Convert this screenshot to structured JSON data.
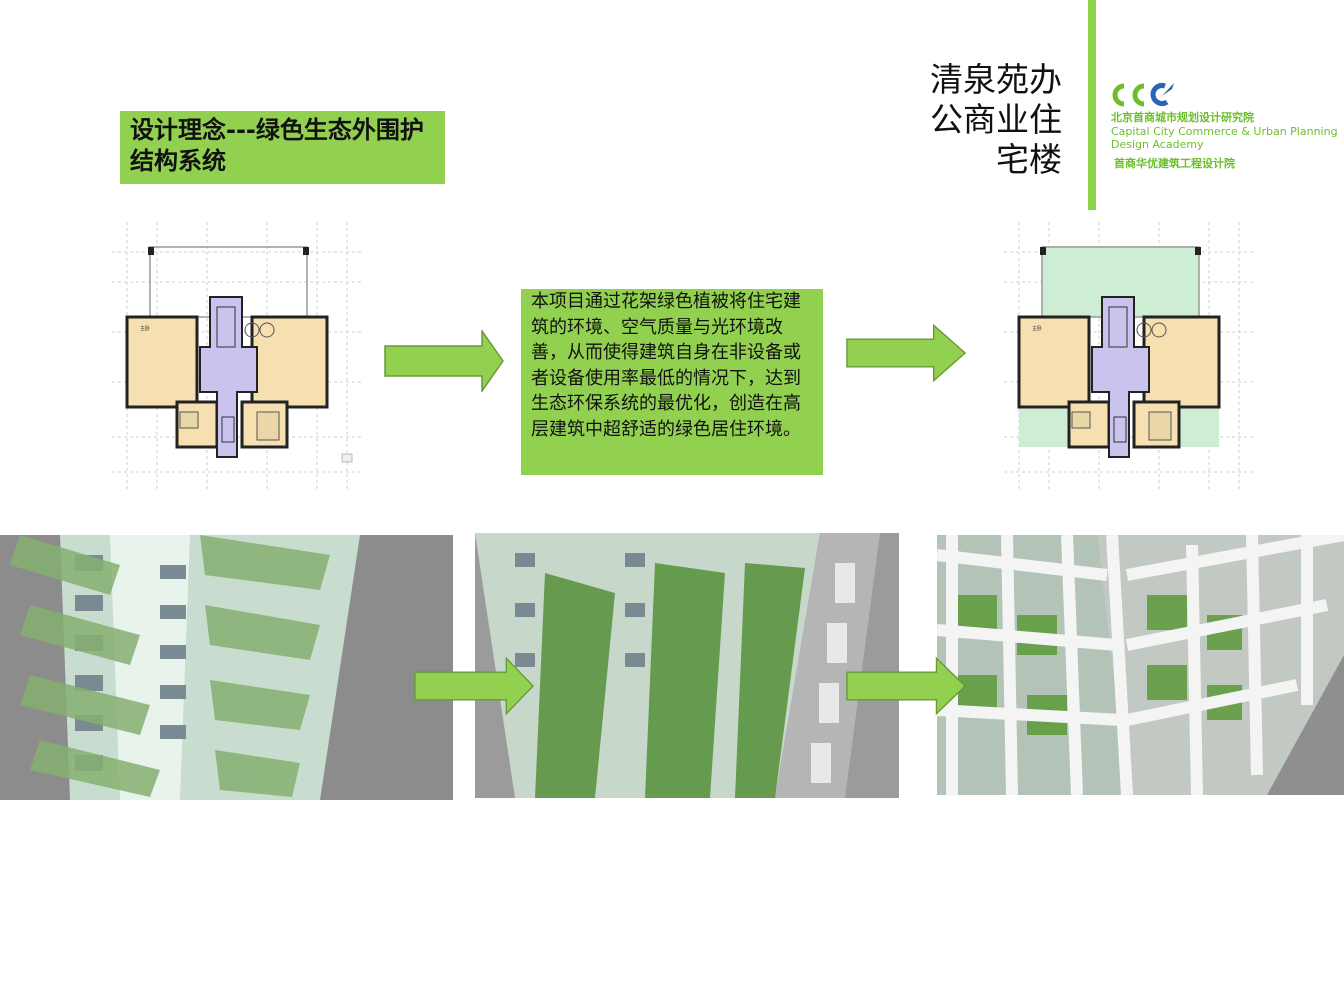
{
  "header": {
    "project_title": "清泉苑办\n公商业住\n宅楼",
    "org_name_cn": "北京首商城市规划设计研究院",
    "org_name_en_line1": "Capital City Commerce & Urban Planning",
    "org_name_en_line2": "Design Academy",
    "org_sub_cn": "首商华优建筑工程设计院"
  },
  "concept": {
    "title": "设计理念---绿色生态外围护结构系统"
  },
  "description": {
    "text": "本项目通过花架绿色植被将住宅建筑的环境、空气质量与光环境改善，从而使得建筑自身在非设备或者设备使用率最低的情况下，达到生态环保系统的最优化，创造在高层建筑中超舒适的绿色居住环境。"
  },
  "plan_labels": {
    "room": "主卧"
  },
  "colors": {
    "accent_green": "#92d050",
    "logo_green": "#6cbf2a",
    "stair_purple": "#c9c3ee",
    "room_tan": "#f6dfb0"
  }
}
